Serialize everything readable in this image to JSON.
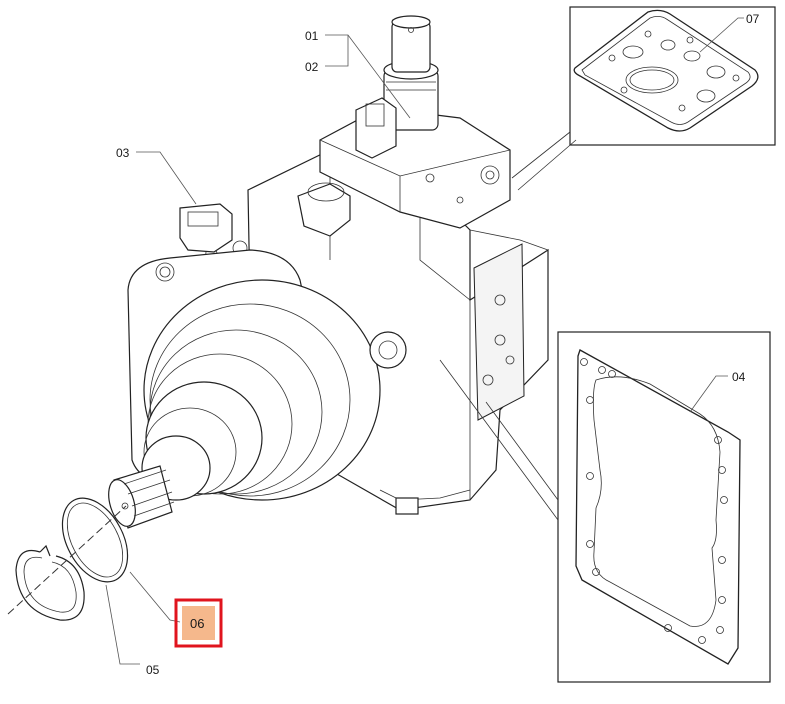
{
  "diagram": {
    "parts": [
      {
        "id": "p01",
        "label": "01"
      },
      {
        "id": "p02",
        "label": "02"
      },
      {
        "id": "p03",
        "label": "03"
      },
      {
        "id": "p04",
        "label": "04"
      },
      {
        "id": "p05",
        "label": "05"
      },
      {
        "id": "p06",
        "label": "06",
        "highlighted": true
      },
      {
        "id": "p07",
        "label": "07"
      }
    ],
    "highlight": {
      "part": "06",
      "fill_color": "#f5b88c",
      "border_color": "#e0141e"
    },
    "colors": {
      "line": "#222222",
      "background": "#ffffff"
    }
  }
}
